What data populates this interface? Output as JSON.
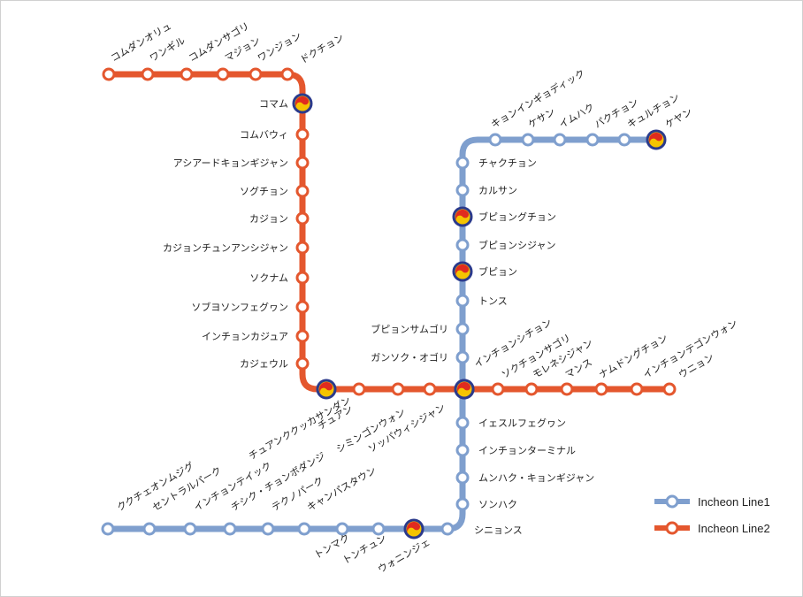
{
  "colors": {
    "line1": "#7f9fce",
    "line2": "#e4572e",
    "transfer_ring": "#2b3a8c",
    "transfer_red": "#e02b1f",
    "transfer_yellow": "#f5c400"
  },
  "legend": {
    "line1": "Incheon Line1",
    "line2": "Incheon Line2"
  },
  "line2_stations": [
    "コムダンオリュ",
    "ワンギル",
    "コムダンサゴリ",
    "マジョン",
    "ワンジョン",
    "ドクチョン",
    "コマム",
    "コムバウィ",
    "アシアードキョンギジャン",
    "ソグチョン",
    "カジョン",
    "カジョンチュンアンシジャン",
    "ソクナム",
    "ソブヨソンフェグヮン",
    "インチョンカジュア",
    "カジェウル",
    "チュアン",
    "シミンゴンウォン",
    "ソッパウィシジャン",
    "インチョンシチョン",
    "ソクチョンサゴリ",
    "モレネシジャン",
    "マンス",
    "ナムドングチョン",
    "インチョンテゴンウォン",
    "ウニョン"
  ],
  "line1_stations": [
    "ケヤン",
    "キュルチョン",
    "パクチョン",
    "イムハク",
    "ケサン",
    "キョンインギョディック",
    "チャクチョン",
    "カルサン",
    "ブピョングチョン",
    "ブピョンシジャン",
    "ブピョン",
    "トンス",
    "ブピョンサムゴリ",
    "ガンソク・オゴリ",
    "インチョンシチョン",
    "イェスルフェグヮン",
    "インチョンターミナル",
    "ムンハク・キョンギジャン",
    "ソンハク",
    "シニョンス",
    "ウォニンジェ",
    "トンチュン",
    "トンマク",
    "キャンパスタウン",
    "テクノパーク",
    "チシク・チョンボダンジ",
    "インチョンテイック",
    "セントラルパーク",
    "ククチェオンムジグ"
  ],
  "extra_labels": [
    "チュアンククッカサンダン"
  ],
  "transfer_stations": [
    "コマム",
    "チュアン",
    "インチョンシチョン",
    "ブピョングチョン",
    "ブピョン",
    "ケヤン",
    "ウォニンジェ"
  ]
}
